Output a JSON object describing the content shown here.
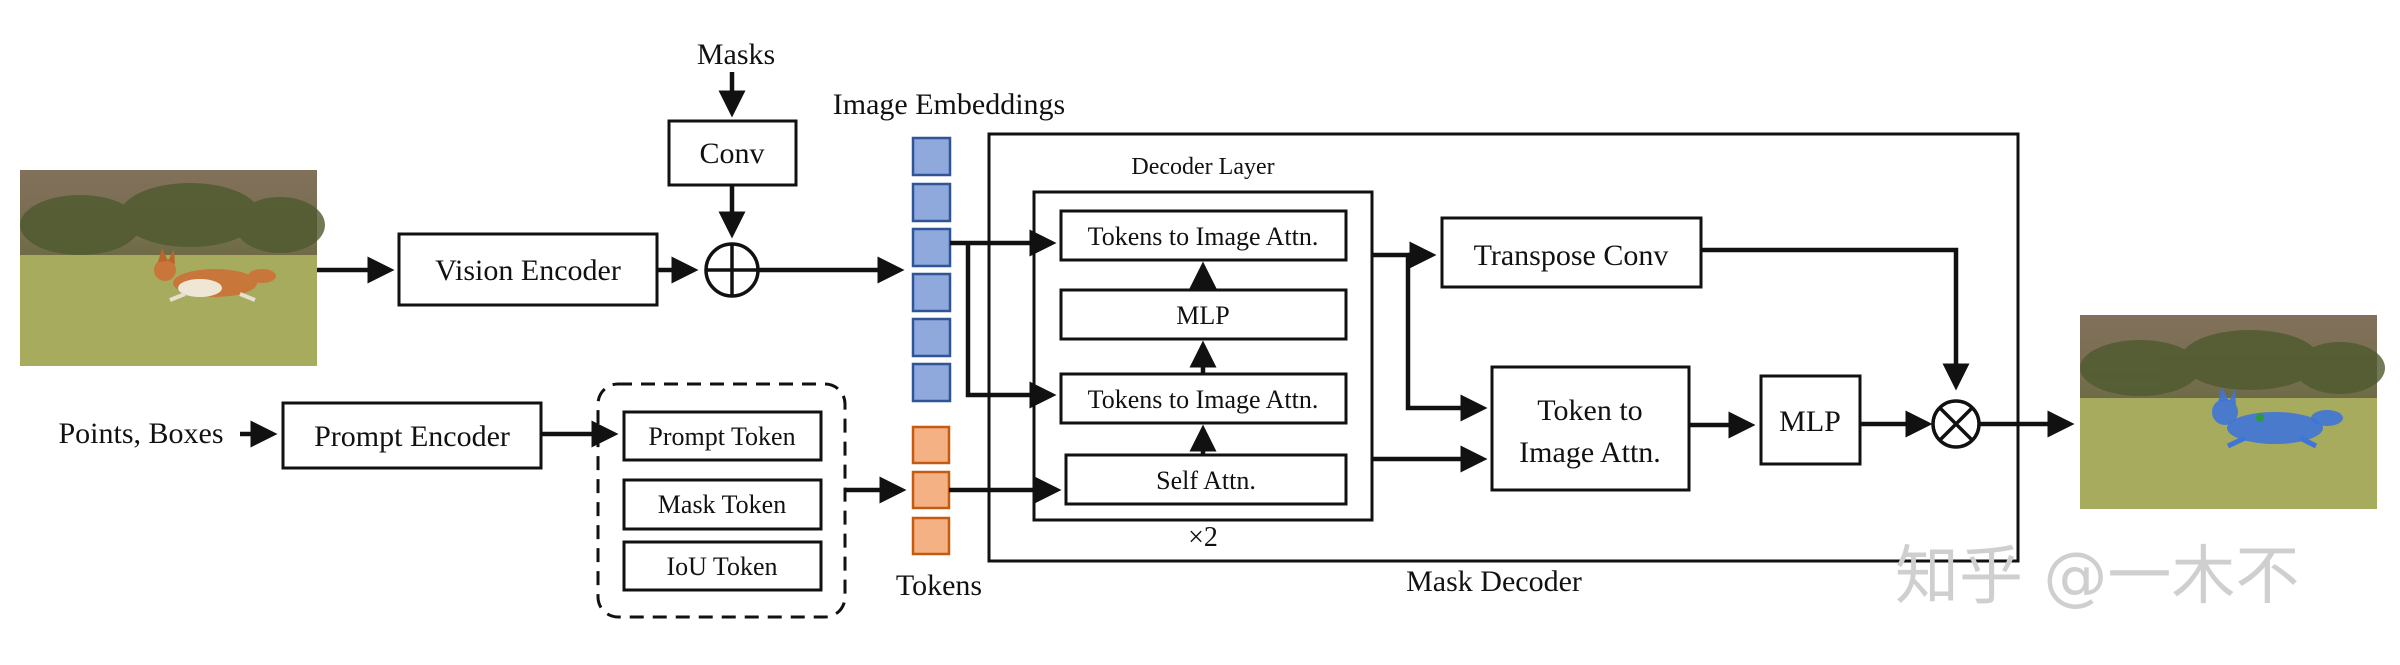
{
  "labels": {
    "masks": "Masks",
    "conv": "Conv",
    "image_embeddings": "Image Embeddings",
    "vision_encoder": "Vision Encoder",
    "points_boxes": "Points, Boxes",
    "prompt_encoder": "Prompt Encoder",
    "prompt_token": "Prompt Token",
    "mask_token": "Mask Token",
    "iou_token": "IoU Token",
    "tokens": "Tokens",
    "decoder_layer": "Decoder Layer",
    "tokens_to_image_attn_top": "Tokens to Image Attn.",
    "mlp_inner": "MLP",
    "tokens_to_image_attn_mid": "Tokens to Image Attn.",
    "self_attn": "Self Attn.",
    "times_two": "×2",
    "transpose_conv": "Transpose Conv",
    "token_to_image_attn_line1": "Token to",
    "token_to_image_attn_line2": "Image Attn.",
    "mlp_outer": "MLP",
    "mask_decoder": "Mask Decoder"
  },
  "watermark": "知乎 @一木不",
  "colors": {
    "image_embedding_fill": "#8fa9dc",
    "image_embedding_stroke": "#2f5597",
    "token_fill": "#f4b183",
    "token_stroke": "#c55a11",
    "stroke": "#111111"
  }
}
